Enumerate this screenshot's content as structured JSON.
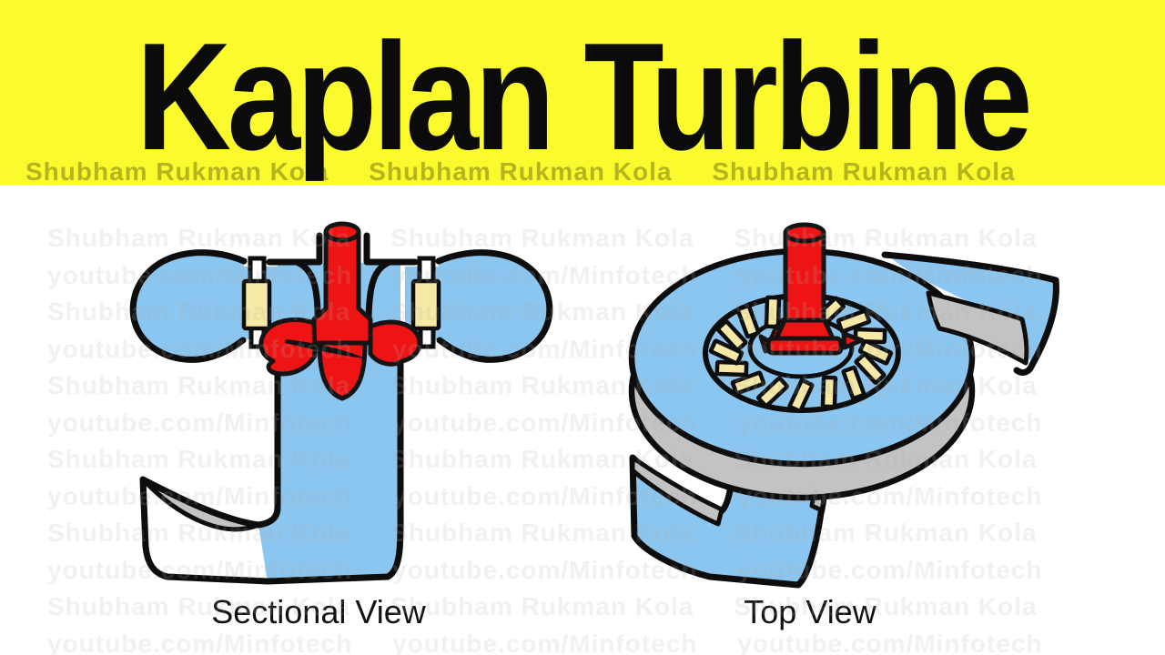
{
  "banner": {
    "title": "Kaplan Turbine"
  },
  "figures": {
    "sectional": {
      "caption": "Sectional View"
    },
    "top": {
      "caption": "Top View"
    }
  },
  "watermark": {
    "line1": "Shubham Rukman Kola",
    "line2": "youtube.com/Minfotech",
    "repeat": 3,
    "rows": 12
  },
  "colors": {
    "banner_yellow": "#FAFA2D",
    "water_blue": "#8AC6F0",
    "outline": "#0d0d0d",
    "runner_red": "#EE1414",
    "runner_red_dark": "#C00000",
    "vane_cream": "#F6E9A5",
    "metal_gray": "#C3C3C3",
    "background": "#FFFFFF",
    "caption": "#111111"
  }
}
